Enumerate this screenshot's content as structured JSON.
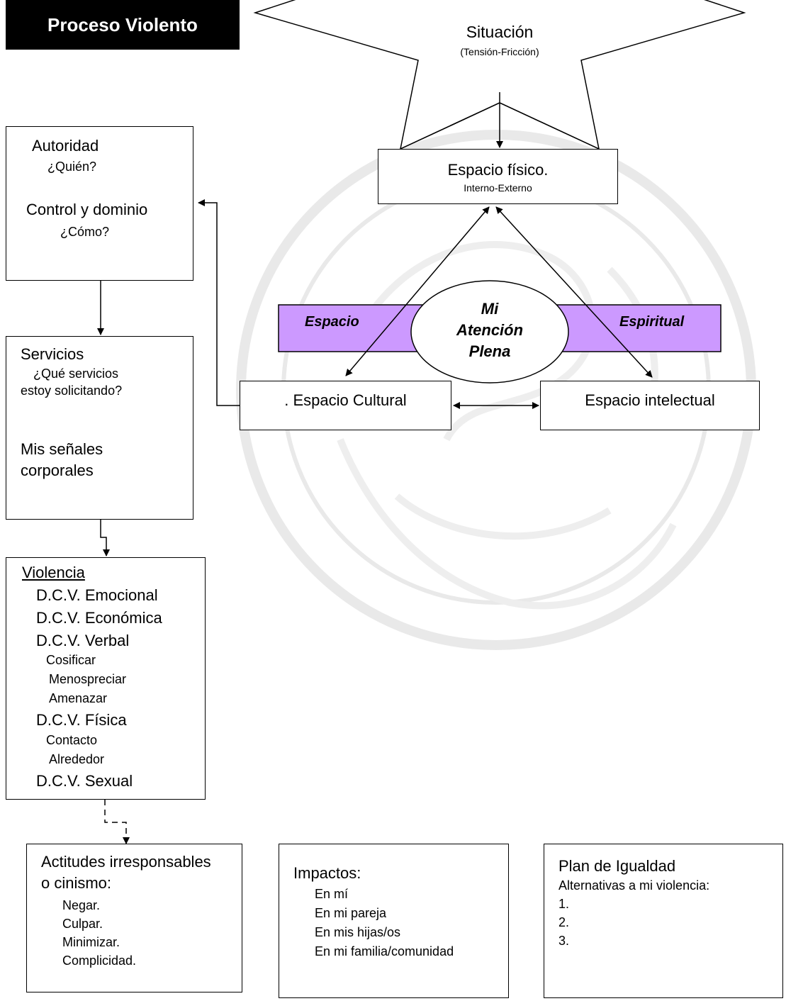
{
  "title": "Proceso Violento",
  "situacion": {
    "title": "Situación",
    "subtitle": "(Tensión-Fricción)"
  },
  "espacio_fisico": {
    "title": "Espacio físico.",
    "subtitle": "Interno-Externo"
  },
  "band": {
    "left": "Espacio",
    "right": "Espiritual",
    "color": "#cc99ff"
  },
  "ellipse": {
    "line1": "Mi",
    "line2": "Atención",
    "line3": "Plena"
  },
  "espacio_cultural": ". Espacio Cultural",
  "espacio_intelectual": "Espacio intelectual",
  "autoridad": {
    "title": "Autoridad",
    "q1": "¿Quién?",
    "control": "Control y dominio",
    "q2": "¿Cómo?"
  },
  "servicios": {
    "title": "Servicios",
    "q1": "¿Qué servicios",
    "q2": "estoy solicitando?",
    "senales1": "Mis señales",
    "senales2": "corporales"
  },
  "violencia": {
    "title": "Violencia",
    "items": [
      "D.C.V. Emocional",
      "D.C.V. Económica",
      "D.C.V. Verbal",
      "Cosificar",
      "Menospreciar",
      "Amenazar",
      "D.C.V. Física",
      "Contacto",
      "Alrededor",
      "D.C.V. Sexual"
    ]
  },
  "actitudes": {
    "title1": "Actitudes irresponsables",
    "title2": "o cinismo:",
    "items": [
      "Negar.",
      "Culpar.",
      "Minimizar.",
      "Complicidad."
    ]
  },
  "impactos": {
    "title": "Impactos:",
    "items": [
      "En mí",
      "En mi pareja",
      "En mis hijas/os",
      "En mi familia/comunidad"
    ]
  },
  "plan": {
    "title": "Plan de Igualdad",
    "subtitle": "Alternativas a mi violencia:",
    "items": [
      "1.",
      "2.",
      "3."
    ]
  }
}
